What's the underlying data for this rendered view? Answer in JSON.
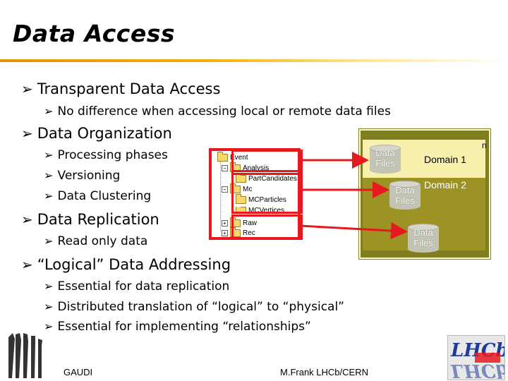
{
  "title": "Data Access",
  "bullets": {
    "transparent": "Transparent Data Access",
    "no_difference": "No difference when accessing local or remote data files",
    "organization": "Data Organization",
    "processing": "Processing phases",
    "versioning": "Versioning",
    "clustering": "Data Clustering",
    "replication": "Data Replication",
    "read_only": "Read only data",
    "logical": "“Logical” Data Addressing",
    "essential_replication": "Essential for data replication",
    "distributed": "Distributed translation of “logical” to “physical”",
    "essential_relationships": "Essential for implementing “relationships”"
  },
  "tree": {
    "items": [
      "Event",
      "Analysis",
      "PartCandidates",
      "Mc",
      "MCParticles",
      "MCVertices",
      "Raw",
      "Rec"
    ]
  },
  "diagram": {
    "domain1": "Domain 1",
    "domain2": "Domain 2",
    "corner": "n",
    "data_files": [
      "Data\nFiles",
      "Data\nFiles",
      "Data\nFiles"
    ],
    "accent_color": "#e6191e"
  },
  "footer": {
    "left": "GAUDI",
    "center": "M.Frank LHCb/CERN",
    "logo": "LHCb"
  }
}
